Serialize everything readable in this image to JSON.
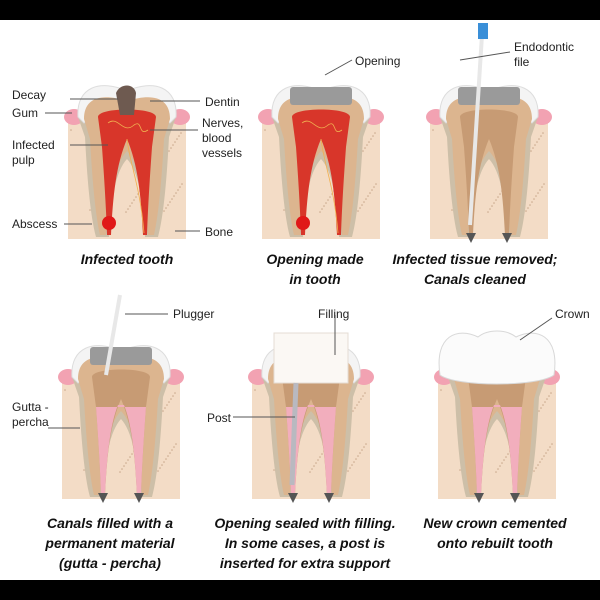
{
  "colors": {
    "bone": "#f3dcc6",
    "gum": "#f2a2b2",
    "enamel": "#f4f4f4",
    "cementum": "#cdbfa8",
    "dentin": "#dcb58f",
    "infected_pulp": "#d8362a",
    "clean_pulp": "#c79b74",
    "filling_pink": "#f2aebd",
    "instrument": "#e8e8e8",
    "handle": "#3a8fd8",
    "decay": "#6e5a50",
    "opening": "#9a9a9a"
  },
  "panels": [
    {
      "caption": "Infected tooth",
      "labels": [
        "Decay",
        "Gum",
        "Infected\npulp",
        "Abscess",
        "Dentin",
        "Nerves,\nblood\nvessels",
        "Bone"
      ]
    },
    {
      "caption": "Opening made\nin tooth",
      "labels": [
        "Opening"
      ]
    },
    {
      "caption": "Infected tissue removed;\nCanals cleaned",
      "labels": [
        "Endodontic\nfile"
      ]
    },
    {
      "caption": "Canals filled with a\npermanent material\n(gutta - percha)",
      "labels": [
        "Plugger",
        "Gutta -\npercha"
      ]
    },
    {
      "caption": "Opening sealed with filling.\nIn some cases, a post is\ninserted for extra support",
      "labels": [
        "Filling",
        "Post"
      ]
    },
    {
      "caption": "New crown cemented\nonto rebuilt tooth",
      "labels": [
        "Crown"
      ]
    }
  ]
}
